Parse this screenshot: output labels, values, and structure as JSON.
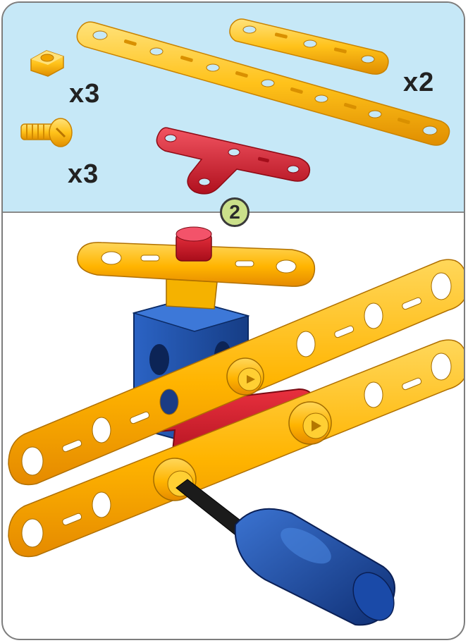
{
  "parts": {
    "nut_quantity": "x3",
    "bolt_quantity": "x3",
    "strip_quantity": "x2"
  },
  "step": {
    "number": "2"
  },
  "colors": {
    "panel_background": "#c6e8f7",
    "yellow_part": "#ffc21a",
    "red_part": "#d81e2c",
    "blue_part": "#1f4fa3",
    "step_badge": "#cbe08a"
  }
}
